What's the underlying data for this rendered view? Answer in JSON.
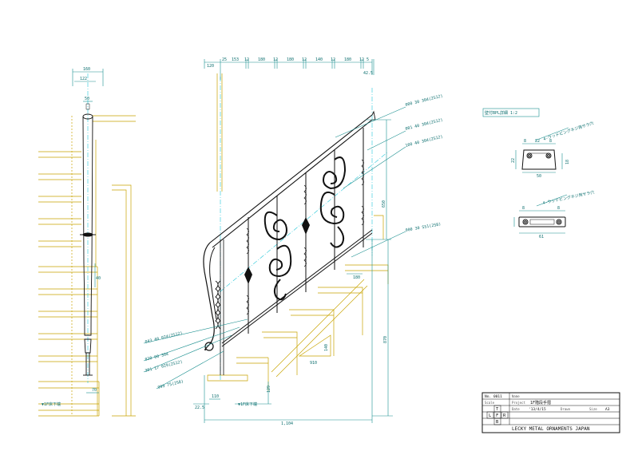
{
  "elevation_dims": {
    "top_left": "120",
    "top_row": [
      "25",
      "153",
      "12",
      "180",
      "12",
      "180",
      "12",
      "140",
      "12",
      "180",
      "12",
      "5"
    ],
    "top_right": "42.5",
    "height_main": "650",
    "height_low": "870",
    "tread_w": "180",
    "post_base": "110",
    "base_left": "22.5",
    "base_h": "129",
    "total_len": "1,104",
    "riser": "140",
    "run": "910",
    "floor_label": "▼1F床下端"
  },
  "elevation_labels": [
    "000 30 304(2S12)",
    "001 40 304(2S12)",
    "100 40 304(2S12)",
    "000 30 S51(2S8)",
    "043 40 024(2S12)",
    "020 00 304",
    "301 17 029(2S12)",
    "999 75(2S8)"
  ],
  "side_dims": {
    "top": "160",
    "sub": "122",
    "post": "50",
    "mid": "40",
    "bottom": "70",
    "floor_label": "▼1F床下端"
  },
  "detail": {
    "title": "壁付BPL詳細 1:2",
    "note_top": "4-ウッドビングネジ用サラ穴",
    "note_bottom": "4-ウッドビングネジ用サラ穴",
    "dims_top": [
      "8",
      "22",
      "8"
    ],
    "dim_top_h": "22",
    "dim_top_h2": "18",
    "dim_top_w": "50",
    "dims_bot": [
      "8",
      "8"
    ],
    "dim_bot_w": "61"
  },
  "titleblock": {
    "no_label": "No.",
    "no_value": "0011",
    "name_label": "Name",
    "scale_label": "Scale",
    "view_top": "T",
    "view_l": "L",
    "view_f": "F",
    "view_r": "R",
    "view_b": "B",
    "project_label": "Project",
    "project_value": "1F階段手摺",
    "date_label": "Date",
    "date_value": "'13/4/15",
    "drawn_label": "Drawn",
    "size_label": "Size",
    "size_value": "A3",
    "company": "LECKY METAL ORNAMENTS JAPAN"
  }
}
